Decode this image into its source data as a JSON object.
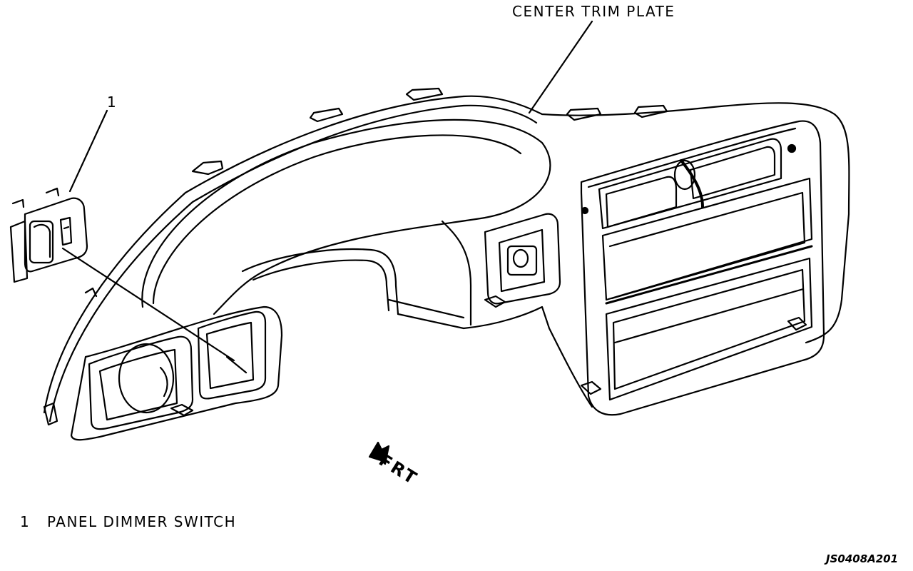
{
  "labels": {
    "center_trim_plate": "CENTER TRIM PLATE",
    "callout_number": "1",
    "front_direction": "FRT"
  },
  "legend": {
    "number": "1",
    "text": "PANEL DIMMER SWITCH"
  },
  "figure_code": "JS0408A201",
  "colors": {
    "ink": "#000000",
    "background": "#ffffff"
  }
}
